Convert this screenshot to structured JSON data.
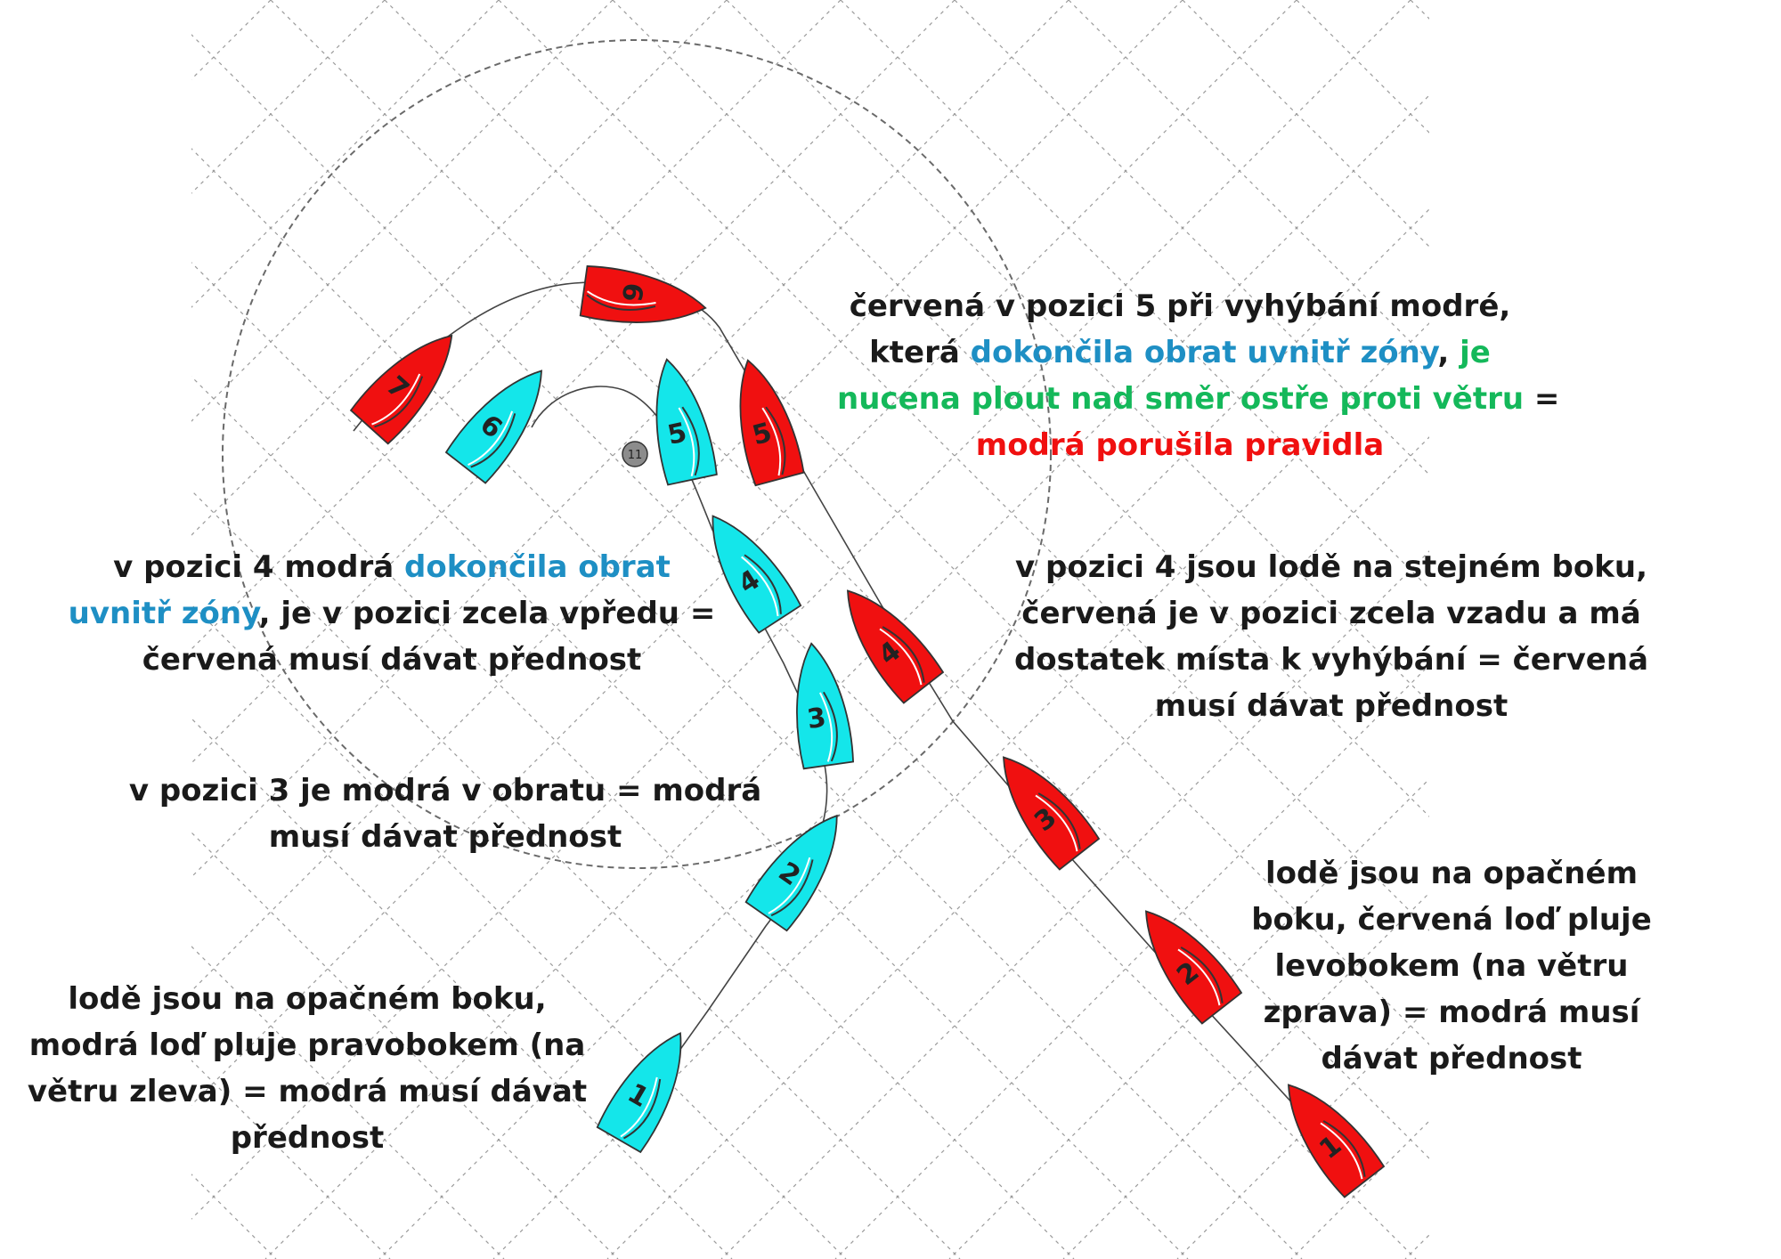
{
  "colors": {
    "red_boat": "#f01010",
    "blue_boat": "#14e6ea",
    "text_dark": "#1a1a1a",
    "text_blue": "#1e8fc4",
    "text_green": "#14b85a",
    "text_red": "#f01010",
    "grid": "#9a9a9a",
    "mark": "#8c8c8c"
  },
  "mark_label": "11",
  "red_boats": [
    {
      "num": "1"
    },
    {
      "num": "2"
    },
    {
      "num": "3"
    },
    {
      "num": "4"
    },
    {
      "num": "5"
    },
    {
      "num": "6"
    },
    {
      "num": "7"
    }
  ],
  "blue_boats": [
    {
      "num": "1"
    },
    {
      "num": "2"
    },
    {
      "num": "3"
    },
    {
      "num": "4"
    },
    {
      "num": "5"
    },
    {
      "num": "6"
    }
  ],
  "annotations": {
    "top_right": {
      "l1": "červená v pozici 5 při vyhýbání modré,",
      "l2_a": "která ",
      "l2_b": "dokončila obrat uvnitř zóny",
      "l2_c": ", ",
      "l2_d": "je",
      "l3_a": "nucena plout nad směr ostře proti větru",
      "l3_b": " =",
      "l4": "modrá porušila pravidla"
    },
    "mid_left": {
      "l1_a": "v pozici 4 modrá ",
      "l1_b": "dokončila obrat",
      "l2_a": "uvnitř zóny",
      "l2_b": ", je v pozici zcela vpředu =",
      "l3": "červená musí dávat přednost"
    },
    "mid_right": {
      "l1": "v pozici 4 jsou lodě na stejném boku,",
      "l2": "červená je v pozici zcela vzadu a má",
      "l3": "dostatek místa k vyhýbání = červená",
      "l4": "musí dávat přednost"
    },
    "pos3_left": {
      "l1": "v pozici 3 je modrá v obratu = modrá",
      "l2": "musí dávat přednost"
    },
    "bottom_right": {
      "l1": "lodě jsou na opačném",
      "l2": "boku, červená loď pluje",
      "l3": "levobokem (na větru",
      "l4": "zprava) = modrá musí",
      "l5": "dávat přednost"
    },
    "bottom_left": {
      "l1": "lodě jsou na opačném boku,",
      "l2": "modrá loď pluje pravobokem (na",
      "l3": "větru zleva) = modrá musí dávat",
      "l4": "přednost"
    }
  }
}
